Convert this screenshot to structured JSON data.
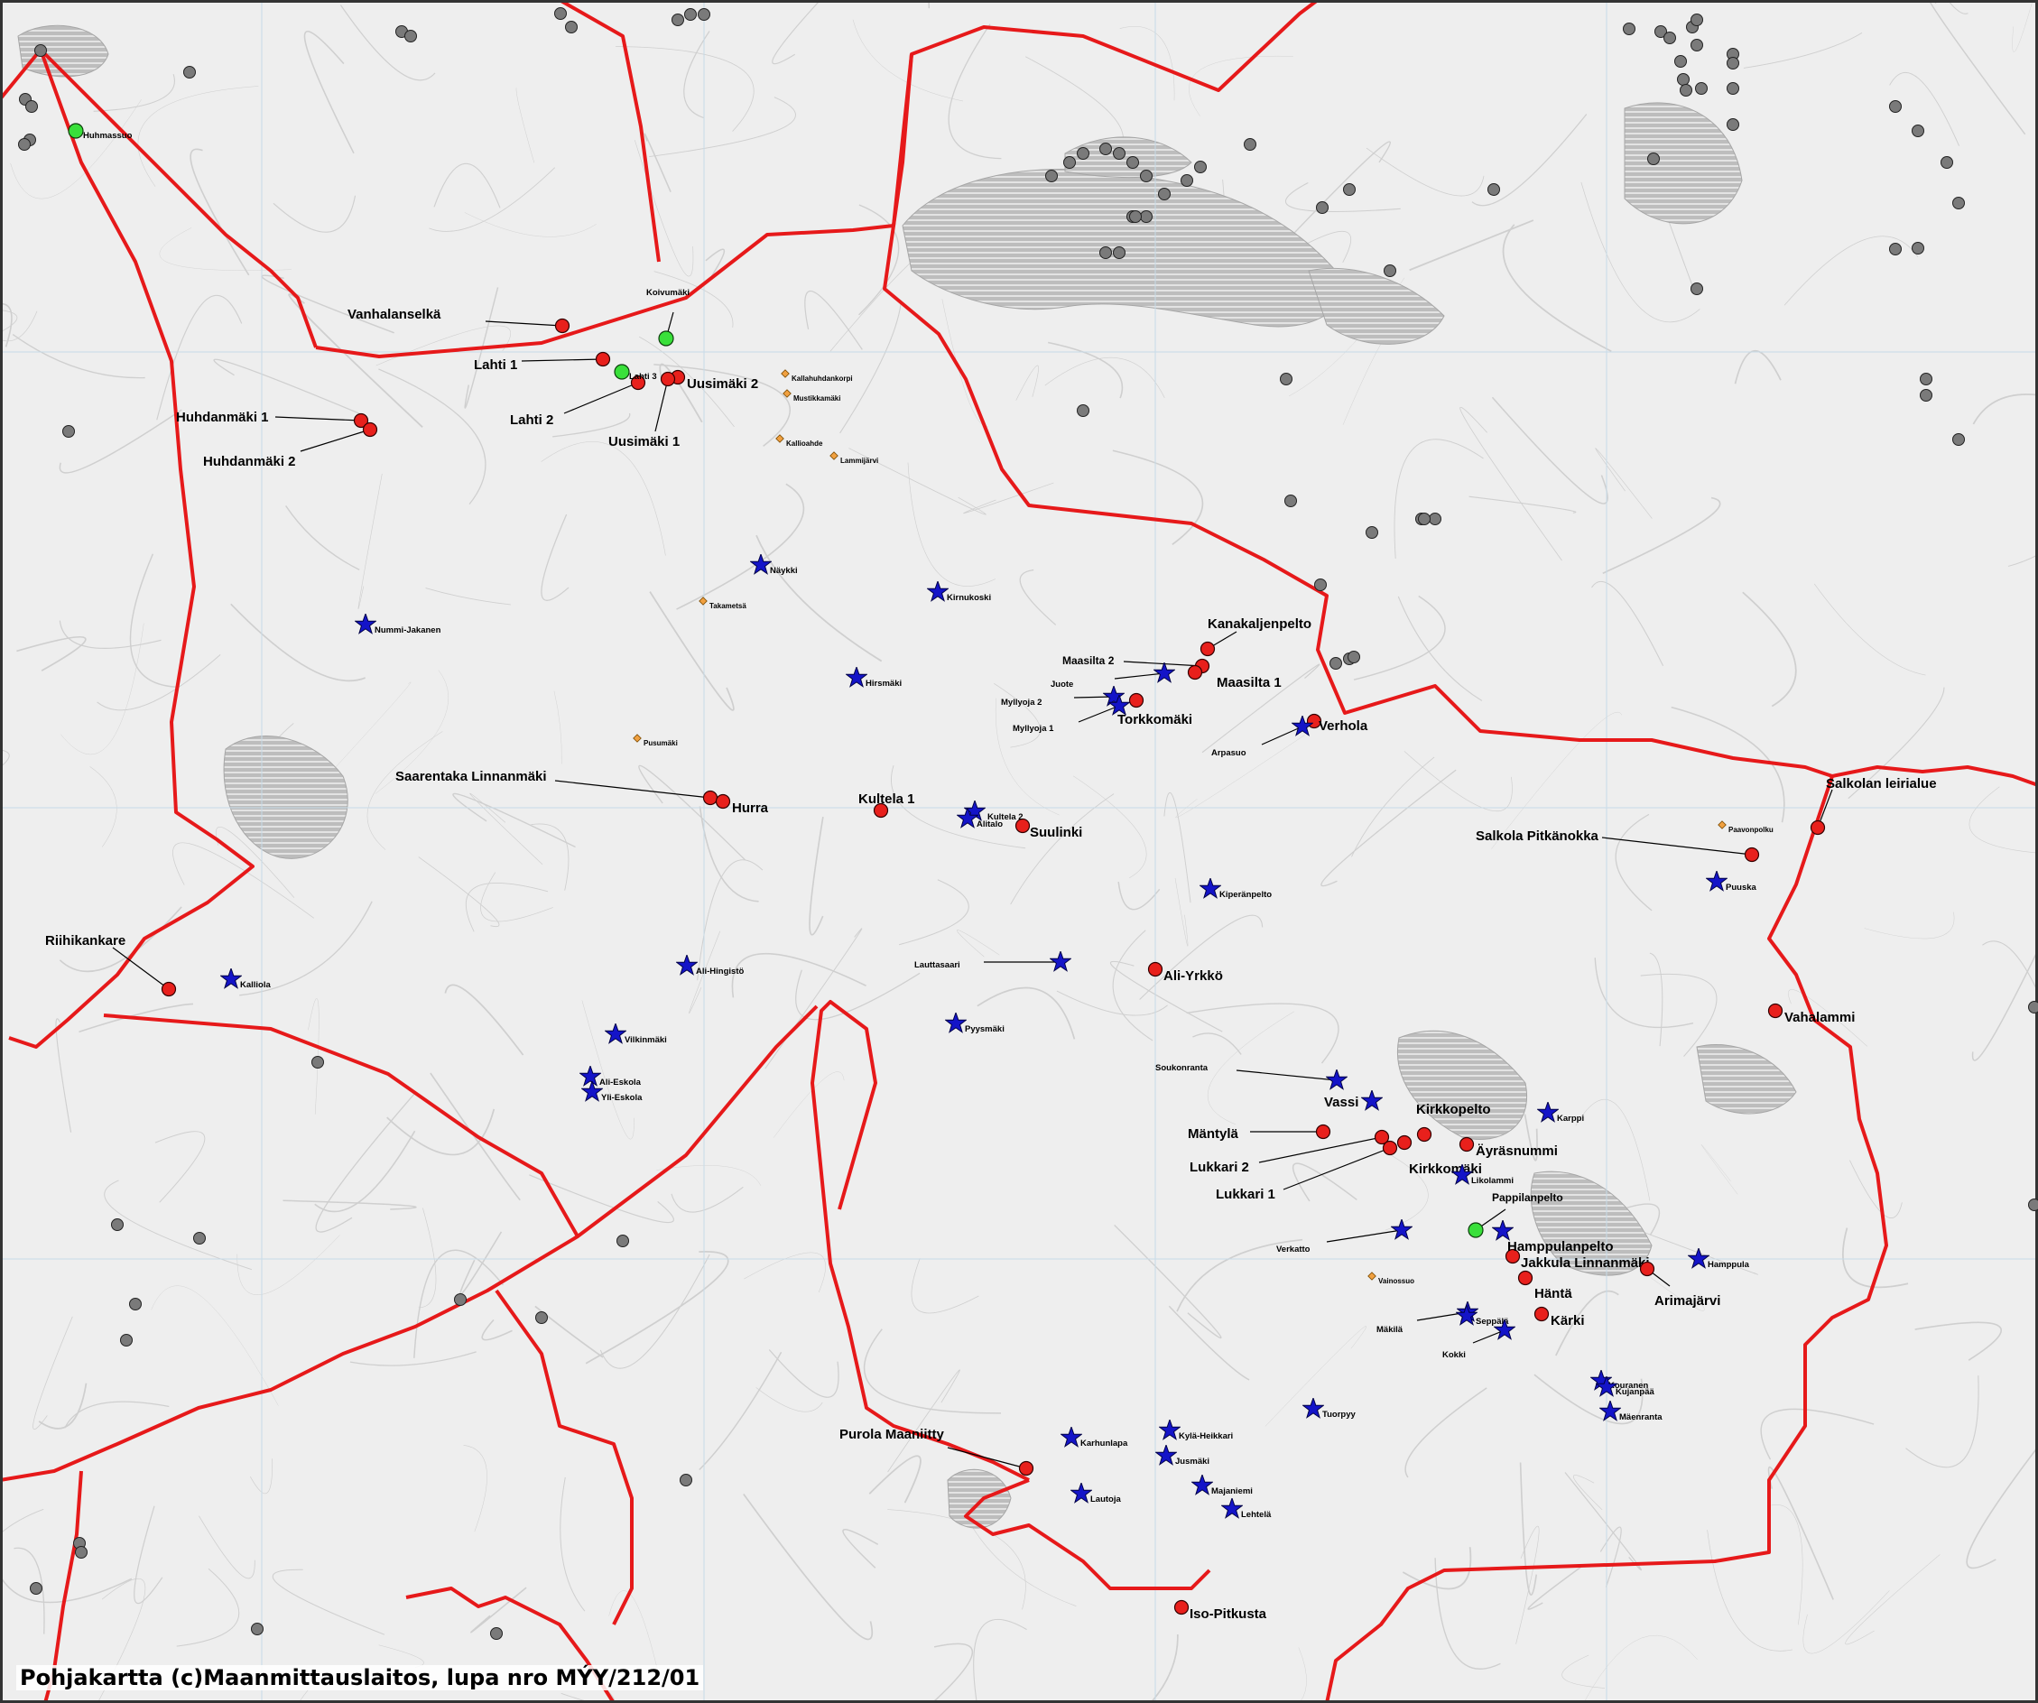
{
  "credit": "Pohjakartta (c)Maanmittauslaitos, lupa nro MÝY/212/01",
  "colors": {
    "boundary": "#e6191a",
    "red_site": "#e8201c",
    "green_site": "#39e03a",
    "star_site": "#1414c8",
    "grey_site": "#7a7a7a",
    "orange_site": "#f0a040",
    "water": "#c9c9c9"
  },
  "sites_red": [
    {
      "name": "Vanhalanselkä"
    },
    {
      "name": "Lahti 1"
    },
    {
      "name": "Lahti 2"
    },
    {
      "name": "Uusimäki 2"
    },
    {
      "name": "Uusimäki 1"
    },
    {
      "name": "Huhdanmäki 1"
    },
    {
      "name": "Huhdanmäki 2"
    },
    {
      "name": "Kanakaljenpelto"
    },
    {
      "name": "Maasilta 2"
    },
    {
      "name": "Maasilta 1"
    },
    {
      "name": "Torkkomäki"
    },
    {
      "name": "Verhola"
    },
    {
      "name": "Saarentaka Linnanmäki"
    },
    {
      "name": "Hurra"
    },
    {
      "name": "Kultela 1"
    },
    {
      "name": "Suulinki"
    },
    {
      "name": "Salkolan leirialue"
    },
    {
      "name": "Salkola Pitkänokka"
    },
    {
      "name": "Riihikankare"
    },
    {
      "name": "Ali-Yrkkö"
    },
    {
      "name": "Vahalammi"
    },
    {
      "name": "Kirkkopelto"
    },
    {
      "name": "Mäntylä"
    },
    {
      "name": "Lukkari 2"
    },
    {
      "name": "Lukkari 1"
    },
    {
      "name": "Kirkkomäki"
    },
    {
      "name": "Äyräsnummi"
    },
    {
      "name": "Jakkula Linnanmäki"
    },
    {
      "name": "Häntä"
    },
    {
      "name": "Kärki"
    },
    {
      "name": "Arimajärvi"
    },
    {
      "name": "Purola Maaniitty"
    },
    {
      "name": "Iso-Pitkusta"
    }
  ],
  "sites_green": [
    {
      "name": "Huhmassuo"
    },
    {
      "name": "Koivumäki"
    },
    {
      "name": "Lahti 3"
    },
    {
      "name": "Pappilanpelto"
    }
  ],
  "sites_star": [
    {
      "name": "Näykki"
    },
    {
      "name": "Kirnukoski"
    },
    {
      "name": "Nummi-Jakanen"
    },
    {
      "name": "Hirsmäki"
    },
    {
      "name": "Juote"
    },
    {
      "name": "Myllyoja 2"
    },
    {
      "name": "Myllyoja 1"
    },
    {
      "name": "Arpasuo"
    },
    {
      "name": "Kultela 2"
    },
    {
      "name": "Alitalo"
    },
    {
      "name": "Kiperänpelto"
    },
    {
      "name": "Puuska"
    },
    {
      "name": "Ali-Hingistö"
    },
    {
      "name": "Kalliola"
    },
    {
      "name": "Lauttasaari"
    },
    {
      "name": "Pyysmäki"
    },
    {
      "name": "Vilkinmäki"
    },
    {
      "name": "Ali-Eskola"
    },
    {
      "name": "Yli-Eskola"
    },
    {
      "name": "Soukonranta"
    },
    {
      "name": "Vassi"
    },
    {
      "name": "Karppi"
    },
    {
      "name": "Likolammi"
    },
    {
      "name": "Verkatto"
    },
    {
      "name": "Hamppulanpelto"
    },
    {
      "name": "Hamppula"
    },
    {
      "name": "Mäkilä"
    },
    {
      "name": "Seppälä"
    },
    {
      "name": "Kokki"
    },
    {
      "name": "Kouranen"
    },
    {
      "name": "Kujanpää"
    },
    {
      "name": "Mäenranta"
    },
    {
      "name": "Tuorpyy"
    },
    {
      "name": "Karhunlapa"
    },
    {
      "name": "Kylä-Heikkari"
    },
    {
      "name": "Jusmäki"
    },
    {
      "name": "Majaniemi"
    },
    {
      "name": "Lautoja"
    },
    {
      "name": "Lehtelä"
    }
  ],
  "sites_orange": [
    {
      "name": "Kallahuhdankorpi"
    },
    {
      "name": "Mustikkamäki"
    },
    {
      "name": "Kallioahde"
    },
    {
      "name": "Lammijärvi"
    },
    {
      "name": "Takametsä"
    },
    {
      "name": "Pusumäki"
    },
    {
      "name": "Paavonpolku"
    },
    {
      "name": "Vainossuo"
    }
  ]
}
